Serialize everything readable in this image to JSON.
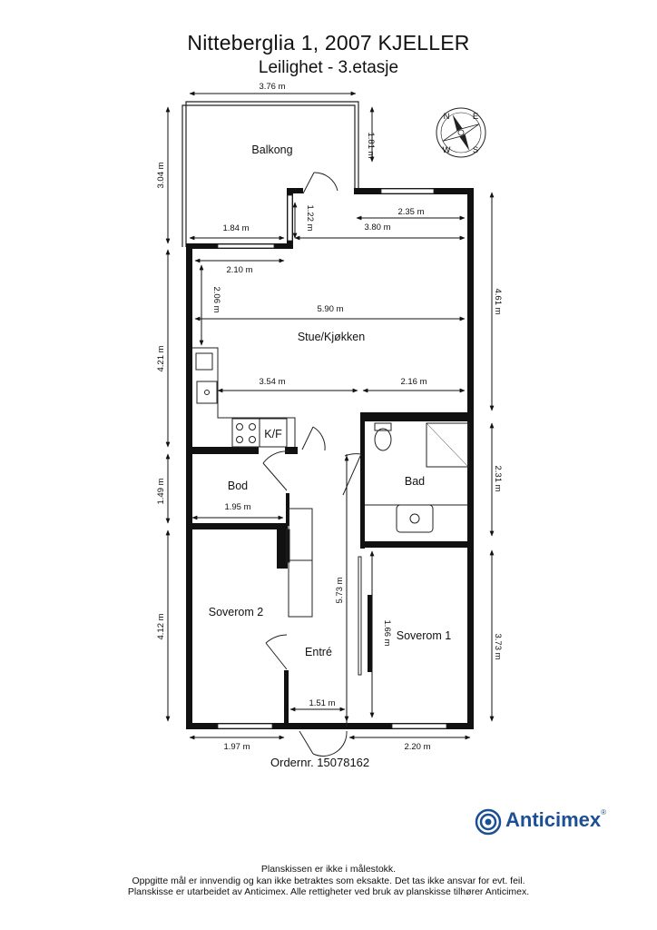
{
  "header": {
    "title": "Nitteberglia 1, 2007 KJELLER",
    "subtitle": "Leilighet  - 3.etasje"
  },
  "rooms": {
    "balkong": "Balkong",
    "stue": "Stue/Kjøkken",
    "kf": "K/F",
    "bod": "Bod",
    "bad": "Bad",
    "soverom2": "Soverom 2",
    "soverom1": "Soverom 1",
    "entre": "Entré"
  },
  "dimensions": {
    "balcony_width": "3.76 m",
    "balcony_height": "3.04 m",
    "balcony_depth": "1.81 m",
    "w_2_35": "2.35 m",
    "w_1_22": "1.22 m",
    "w_3_80": "3.80 m",
    "w_1_84": "1.84 m",
    "w_2_10": "2.10 m",
    "v_2_06": "2.06 m",
    "w_5_90": "5.90 m",
    "w_3_54": "3.54 m",
    "w_2_16": "2.16 m",
    "left_4_21": "4.21 m",
    "right_4_61": "4.61 m",
    "left_1_49": "1.49 m",
    "w_1_95": "1.95 m",
    "right_2_31": "2.31 m",
    "v_5_73": "5.73 m",
    "left_4_12": "4.12 m",
    "v_1_66": "1.66 m",
    "right_3_73": "3.73 m",
    "w_1_51": "1.51 m",
    "bottom_1_97": "1.97 m",
    "bottom_2_20": "2.20 m"
  },
  "compass": {
    "letters": [
      "N",
      "E",
      "S",
      "W"
    ]
  },
  "order": "Ordernr. 15078162",
  "brand": {
    "name": "Anticimex",
    "mark": "®",
    "color": "#1c4f93"
  },
  "footer": {
    "line1": "Planskissen er ikke i målestokk.",
    "line2": "Oppgitte mål er innvendig og kan ikke betraktes som eksakte. Det tas ikke ansvar for evt. feil.",
    "line3": "Planskisse er utarbeidet av Anticimex. Alle rettigheter ved bruk av planskisse tilhører Anticimex."
  }
}
